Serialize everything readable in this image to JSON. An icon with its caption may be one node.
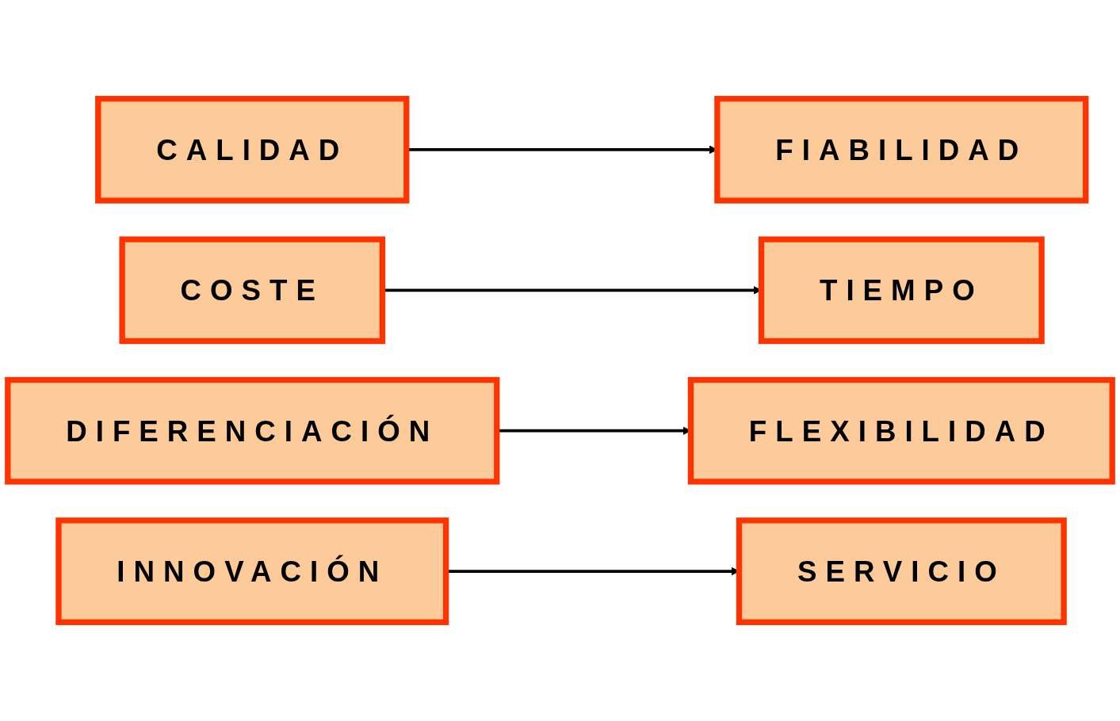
{
  "diagram": {
    "nodes": [
      {
        "text": [
          "CALIDAD"
        ]
      },
      {
        "text": [
          "FIABILIDAD"
        ]
      },
      {
        "text": [
          "COSTE"
        ]
      },
      {
        "text": [
          "TIEMPO"
        ]
      },
      {
        "text": [
          "DIFERENCIACIÓN"
        ]
      },
      {
        "text": [
          "FLEXIBILIDAD"
        ]
      },
      {
        "text": [
          "INNOVACIÓN"
        ]
      },
      {
        "text": [
          "SERVICIO"
        ]
      }
    ],
    "edges": [
      {
        "from": 0,
        "to": 1,
        "arrow": "to"
      },
      {
        "from": 2,
        "to": 3,
        "arrow": "to"
      },
      {
        "from": 4,
        "to": 5,
        "arrow": "to"
      },
      {
        "from": 6,
        "to": 7,
        "arrow": "to"
      }
    ]
  }
}
